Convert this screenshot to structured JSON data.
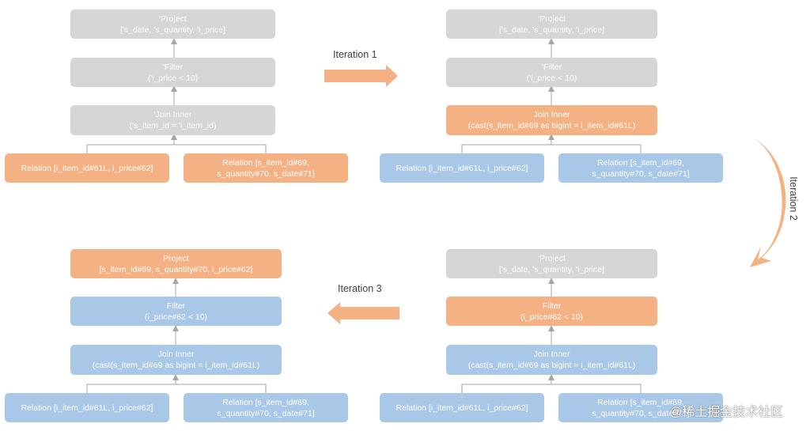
{
  "colors": {
    "gray": "#d6d6d6",
    "orange": "#f4b183",
    "blue": "#a9c8e8",
    "arrow": "#f4b183",
    "connector": "#a6a6a6"
  },
  "iterations": [
    "Iteration 1",
    "Iteration 2",
    "Iteration 3"
  ],
  "diagram_tl": {
    "project": [
      "'Project",
      "['s_date, 's_quantity, 'i_price]"
    ],
    "filter": [
      "'Filter",
      "('i_price < 10)"
    ],
    "join": [
      "'Join Inner",
      "('s_item_id = 'i_item_id)"
    ],
    "rel_left": [
      "Relation [i_item_id#61L, i_price#62]"
    ],
    "rel_right": [
      "Relation [s_item_id#69,",
      "s_quantity#70, s_date#71]"
    ]
  },
  "diagram_tr": {
    "project": [
      "'Project",
      "['s_date, 's_quantity, 'i_price]"
    ],
    "filter": [
      "'Filter",
      "('i_price < 10)"
    ],
    "join": [
      "Join Inner",
      "(cast(s_item_id#69 as bigint = i_item_id#61L)"
    ],
    "rel_left": [
      "Relation [i_item_id#61L, i_price#62]"
    ],
    "rel_right": [
      "Relation [s_item_id#69,",
      "s_quantity#70, s_date#71]"
    ]
  },
  "diagram_br": {
    "project": [
      "'Project",
      "['s_date, 's_quantity, 'i_price]"
    ],
    "filter": [
      "Filter",
      "(i_price#62 < 10)"
    ],
    "join": [
      "Join Inner",
      "(cast(s_item_id#69 as bigint = i_item_id#61L)"
    ],
    "rel_left": [
      "Relation [i_item_id#61L, i_price#62]"
    ],
    "rel_right": [
      "Relation [s_item_id#69,",
      "s_quantity#70, s_date#71]"
    ]
  },
  "diagram_bl": {
    "project": [
      "Project",
      "[s_item_id#69, s_quantity#70, i_price#62]"
    ],
    "filter": [
      "Filter",
      "(i_price#62 < 10)"
    ],
    "join": [
      "Join Inner",
      "(cast(s_item_id#69 as bigint = i_item_id#61L)"
    ],
    "rel_left": [
      "Relation [i_item_id#61L, i_price#62]"
    ],
    "rel_right": [
      "Relation [s_item_id#69,",
      "s_quantity#70, s_date#71]"
    ]
  },
  "watermark": "@稀土掘金技术社区"
}
